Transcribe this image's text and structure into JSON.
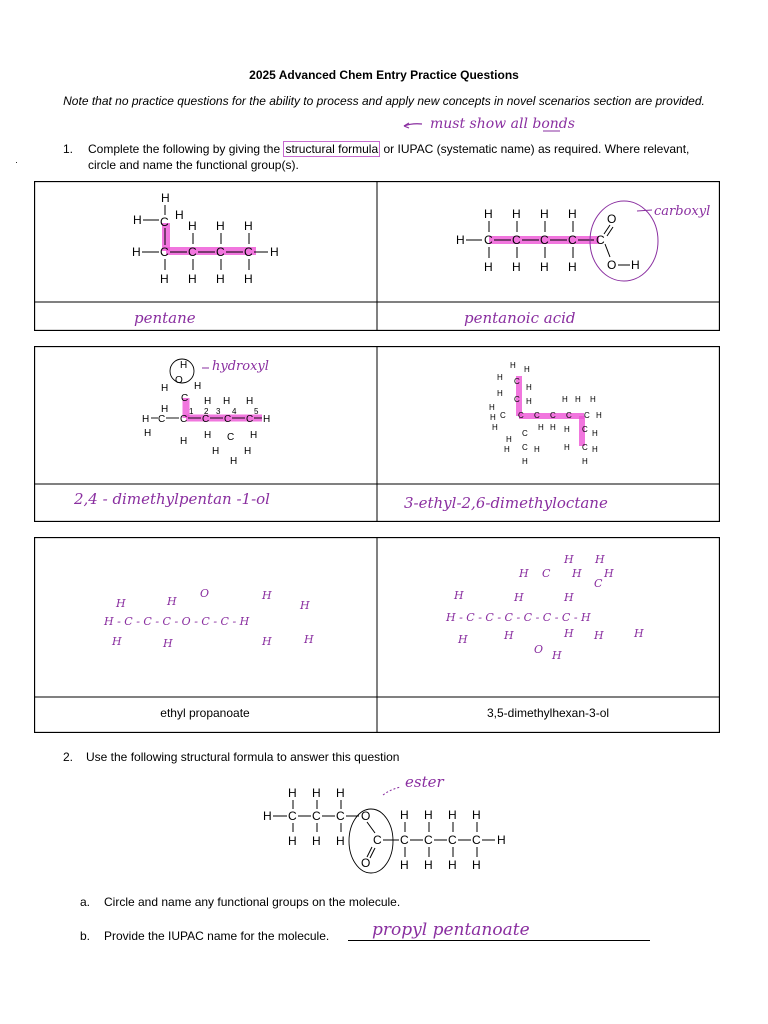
{
  "title": "2025 Advanced Chem Entry Practice Questions",
  "note": "Note that no practice questions for the ability to process and apply new concepts in novel scenarios section are provided.",
  "annotation_must_show": "must show all bonds",
  "q1": {
    "number": "1.",
    "text_before": "Complete the following by giving the ",
    "boxed": "structural formula",
    "text_after": " or IUPAC (systematic name) as required. Where relevant, circle and name the functional group(s)."
  },
  "grid": {
    "row1": {
      "left_name": "pentane",
      "right_name": "pentanoic acid",
      "right_group": "carboxyl"
    },
    "row2": {
      "left_name": "2,4 - dimethylpentan -1-ol",
      "left_group": "hydroxyl",
      "right_name": "3-ethyl-2,6-dimethyloctane"
    },
    "row3": {
      "left_name": "ethyl propanoate",
      "right_name": "3,5-dimethylhexan-3-ol"
    }
  },
  "q2": {
    "number": "2.",
    "text": "Use the following structural formula to answer this question",
    "group_label": "ester",
    "a_label": "a.",
    "a_text": "Circle and name any functional groups on the molecule.",
    "b_label": "b.",
    "b_text": "Provide the IUPAC name for the molecule.",
    "b_answer": "propyl pentanoate"
  },
  "colors": {
    "highlight": "#ee55d6",
    "pen": "#8a2fa0",
    "border": "#000000"
  }
}
